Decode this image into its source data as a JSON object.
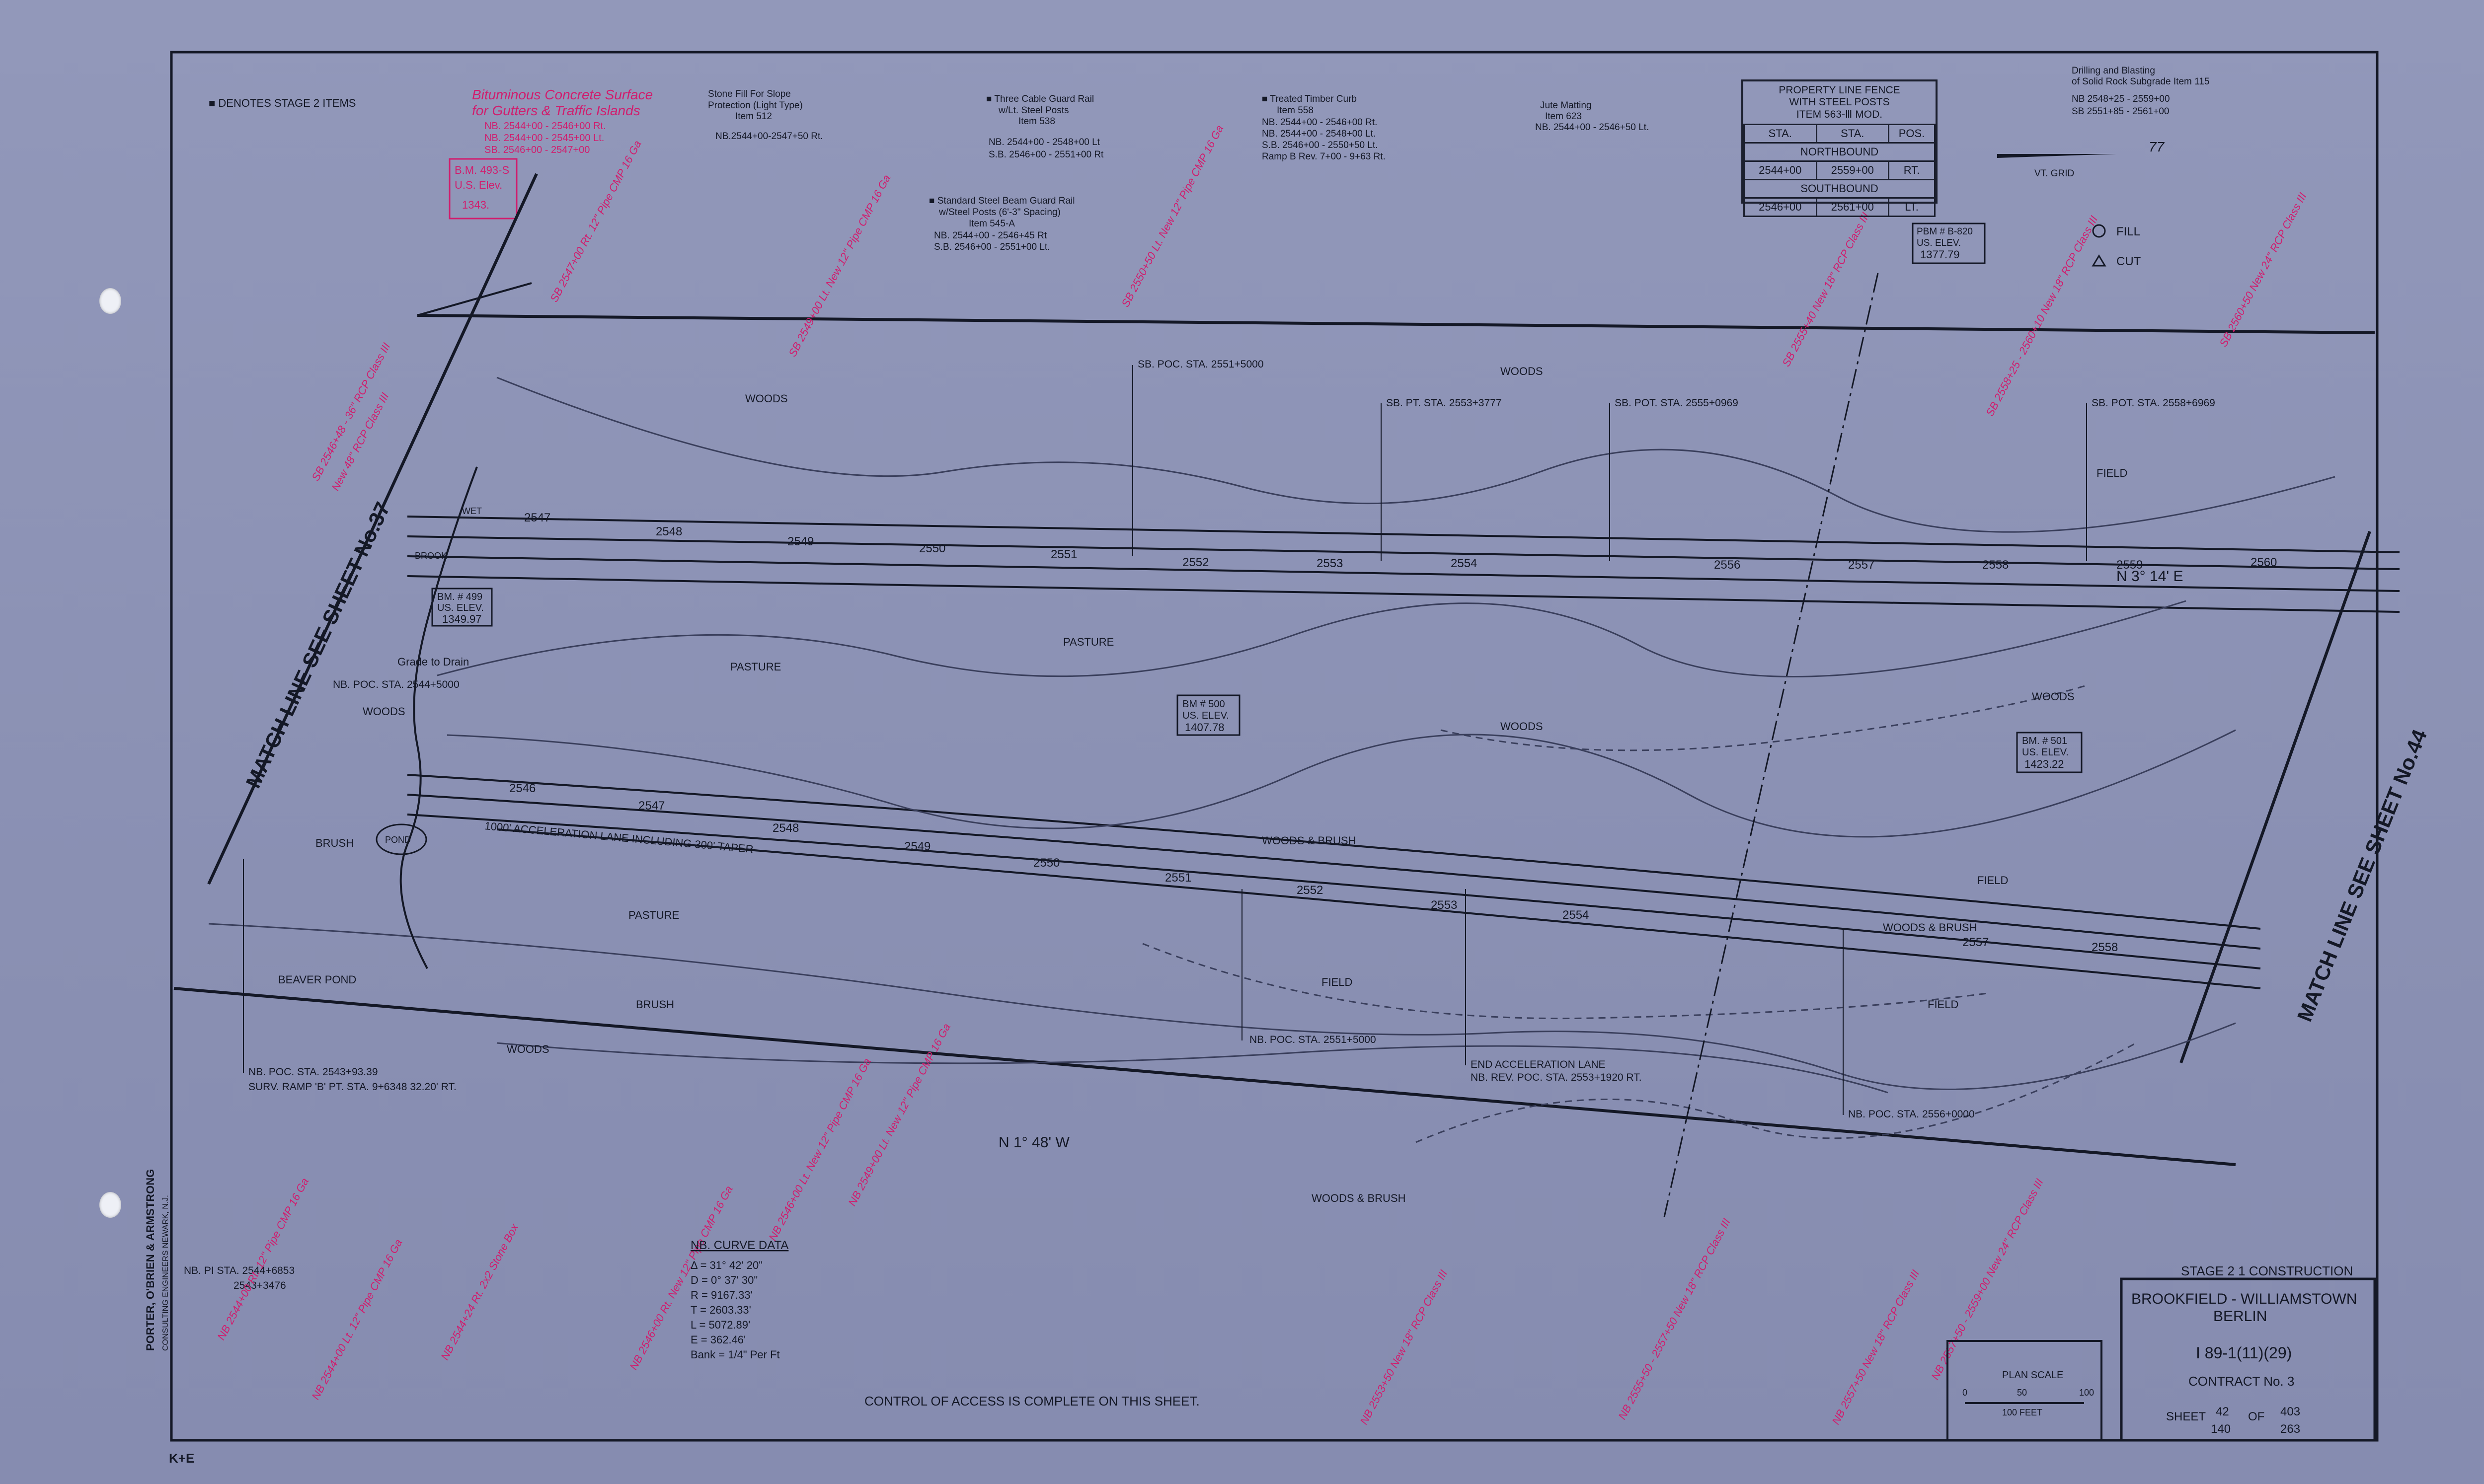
{
  "header": {
    "stage2_note": "■ DENOTES STAGE 2 ITEMS",
    "red_title_1": "Bituminous Concrete Surface",
    "red_title_2": "for Gutters & Traffic Islands",
    "red_sub_1": "NB. 2544+00 - 2546+00 Rt.",
    "red_sub_2": "NB. 2544+00 - 2545+00 Lt.",
    "red_sub_3": "SB. 2546+00 - 2547+00",
    "stone_fill_1": "Stone Fill For Slope",
    "stone_fill_2": "Protection (Light Type)",
    "stone_fill_3": "Item 512",
    "stone_fill_4": "NB.2544+00-2547+50 Rt.",
    "cable_1": "■ Three Cable Guard Rail",
    "cable_2": "w/Lt. Steel Posts",
    "cable_3": "Item 538",
    "cable_4": "NB. 2544+00 - 2548+00 Lt",
    "cable_5": "S.B. 2546+00 - 2551+00 Rt",
    "beam_1": "■ Standard Steel Beam Guard Rail",
    "beam_2": "w/Steel Posts (6'-3\" Spacing)",
    "beam_3": "Item 545-A",
    "beam_4": "NB. 2544+00 - 2546+45 Rt",
    "beam_5": "S.B. 2546+00 - 2551+00 Lt.",
    "timber_1": "■ Treated Timber Curb",
    "timber_2": "Item 558",
    "timber_3": "NB. 2544+00 - 2546+00 Rt.",
    "timber_4": "NB. 2544+00 - 2548+00 Lt.",
    "timber_5": "S.B. 2546+00 - 2550+50 Lt.",
    "timber_6": "Ramp B Rev. 7+00 - 9+63 Rt.",
    "jute_1": "Jute Matting",
    "jute_2": "Item 623",
    "jute_3": "NB. 2544+00 - 2546+50 Lt.",
    "drill_1": "Drilling and Blasting",
    "drill_2": "of Solid Rock Subgrade Item 115",
    "drill_3": "NB 2548+25 - 2559+00",
    "drill_4": "SB 2551+85 - 2561+00",
    "vt_grid": "VT. GRID",
    "north_mark": "77",
    "fill_label": "FILL",
    "cut_label": "CUT"
  },
  "fence_table": {
    "title_1": "PROPERTY LINE FENCE",
    "title_2": "WITH STEEL POSTS",
    "title_3": "ITEM 563-Ⅲ MOD.",
    "col_sta1": "STA.",
    "col_sta2": "STA.",
    "col_pos": "POS.",
    "northbound": "NORTHBOUND",
    "nb_from": "2544+00",
    "nb_to": "2559+00",
    "nb_pos": "RT.",
    "southbound": "SOUTHBOUND",
    "sb_from": "2546+00",
    "sb_to": "2561+00",
    "sb_pos": "LT."
  },
  "benchmarks": {
    "bm499_1": "BM. # 499",
    "bm499_2": "US. ELEV.",
    "bm499_3": "1349.97",
    "bm500_1": "BM # 500",
    "bm500_2": "US. ELEV.",
    "bm500_3": "1407.78",
    "bm501_1": "BM. # 501",
    "bm501_2": "US. ELEV.",
    "bm501_3": "1423.22",
    "pbm_1": "PBM # B-820",
    "pbm_2": "US. ELEV.",
    "pbm_3": "1377.79",
    "bm493_1": "B.M. 493-S",
    "bm493_2": "U.S. Elev.",
    "bm493_3": "1343."
  },
  "stations_sb": [
    "2547",
    "2548",
    "2549",
    "2550",
    "2551",
    "2552",
    "2553",
    "2554",
    "2556",
    "2557",
    "2558",
    "2559",
    "2560"
  ],
  "stations_nb": [
    "2546",
    "2547",
    "2548",
    "2549",
    "2550",
    "2551",
    "2552",
    "2553",
    "2554",
    "2557",
    "2558"
  ],
  "curve_points": {
    "sb_poc_2551": "SB. POC. STA. 2551+5000",
    "sb_pt": "SB. PT. STA. 2553+3777",
    "sb_pot_2555": "SB. POT. STA. 2555+0969",
    "sb_pot_2558": "SB. POT. STA. 2558+6969",
    "nb_poc_2544": "NB. POC. STA. 2544+5000",
    "nb_poc_2543": "NB. POC. STA. 2543+93.39",
    "surv_ramp": "SURV. RAMP 'B' PT. STA. 9+6348 32.20' RT.",
    "nb_poc_2551": "NB. POC. STA. 2551+5000",
    "end_accel": "END ACCELERATION LANE",
    "nb_rev_poc": "NB. REV. POC. STA. 2553+1920 RT.",
    "nb_pot_2556": "NB. POC. STA. 2556+0000",
    "nb_pi": "NB. PI STA. 2544+6853",
    "nb_pi_2": "2543+3476"
  },
  "bearings": {
    "b1": "N 3° 14' E",
    "b2": "N 1° 48' W"
  },
  "terrain_labels": {
    "woods_1": "WOODS",
    "woods_2": "WOODS",
    "woods_3": "WOODS",
    "woods_4": "WOODS",
    "woods_5": "WOODS",
    "woods_6": "WOODS",
    "pasture_1": "PASTURE",
    "pasture_2": "PASTURE",
    "pasture_3": "PASTURE",
    "field_1": "FIELD",
    "field_2": "FIELD",
    "field_3": "FIELD",
    "field_4": "FIELD",
    "brush_1": "BRUSH",
    "brush_2": "BRUSH",
    "woods_brush_1": "WOODS & BRUSH",
    "woods_brush_2": "WOODS & BRUSH",
    "woods_brush_3": "WOODS & BRUSH",
    "beaver_pond": "BEAVER POND",
    "pond": "POND",
    "brook": "BROOK",
    "wet": "WET",
    "grade_to_drain": "Grade to Drain",
    "accel_lane": "1000' ACCELERATION LANE INCLUDING 300' TAPER",
    "match_left": "MATCH LINE SEE SHEET No.37",
    "match_right": "MATCH LINE SEE SHEET No.44"
  },
  "culverts": [
    "SB 2546+48 - 36\" RCP Class III",
    "New 48\" RCP Class III",
    "SB 2547+00 Rt. 12\" Pipe CMP 16 Ga",
    "SB 2549+00 Lt. New 12\" Pipe CMP 16 Ga",
    "SB 2550+50 Lt. New 12\" Pipe CMP 16 Ga",
    "SB 2555+40 New 18\" RCP Class III",
    "SB 2558+25 - 2560+10 New 18\" RCP Class III",
    "SB 2560+50 New 24\" RCP Class III",
    "NB 2544+00 Rt. 12\" Pipe CMP 16 Ga",
    "NB 2544+00 Lt. 12\" Pipe CMP 16 Ga",
    "NB 2544+24 Rt. 2x2 Stone Box",
    "NB 2546+00 Rt. New 12\" Pipe CMP 16 Ga",
    "NB 2546+00 Lt. New 12\" Pipe CMP 16 Ga",
    "NB 2549+00 Lt. New 12\" Pipe CMP 16 Ga",
    "NB 2553+50 New 18\" RCP Class III",
    "NB 2555+50 - 2557+50 New 18\" RCP Class III",
    "NB 2557+50 New 18\" RCP Class III",
    "NB 2557+50 - 2559+00 New 24\" RCP Class III"
  ],
  "curve_data": {
    "title": "NB. CURVE DATA",
    "delta": "Δ = 31° 42' 20\"",
    "d": "D = 0° 37' 30\"",
    "r": "R = 9167.33'",
    "t": "T = 2603.33'",
    "l": "L = 5072.89'",
    "e": "E = 362.46'",
    "bank": "Bank = 1/4\" Per Ft"
  },
  "control_note": "CONTROL OF ACCESS IS COMPLETE ON THIS SHEET.",
  "scale": {
    "title": "PLAN SCALE",
    "t0": "0",
    "t50": "50",
    "t100": "100",
    "unit": "100 FEET"
  },
  "title_block": {
    "stage_line": "STAGE 2 1 CONSTRUCTION",
    "project": "BROOKFIELD - WILLIAMSTOWN",
    "town": "BERLIN",
    "route": "I 89-1(11)(29)",
    "contract": "CONTRACT No. 3",
    "sheet_label": "SHEET",
    "sheet_no": "42",
    "sheet_alt": "140",
    "of_label": "OF",
    "of_no": "403",
    "of_alt": "263"
  },
  "firm": {
    "line1": "PORTER, O'BRIEN & ARMSTRONG",
    "line2": "CONSULTING ENGINEERS  NEWARK, N.J.",
    "ke": "K+E"
  },
  "colors": {
    "paper": "#8d93b6",
    "ink": "#141826",
    "red_ink": "#d01e6e",
    "hole": "#eef0f6"
  }
}
